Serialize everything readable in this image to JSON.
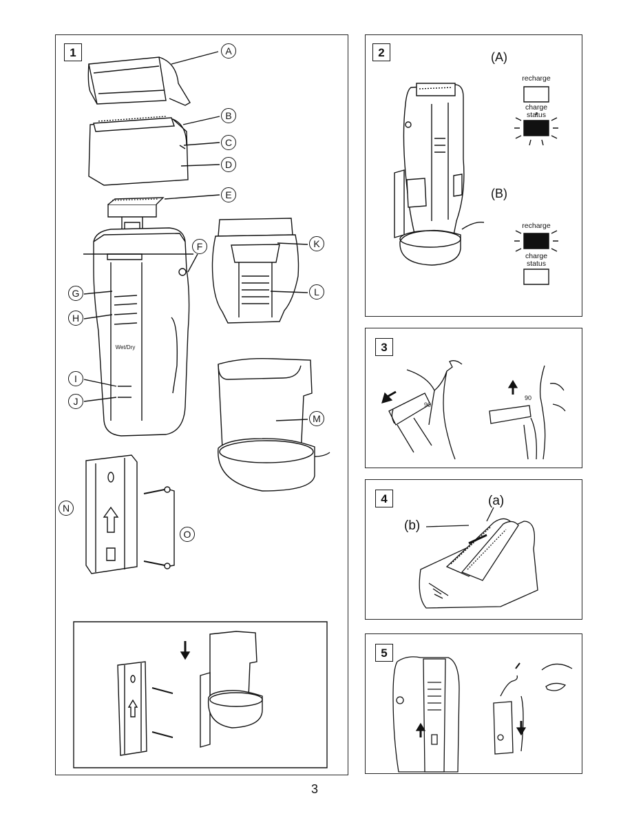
{
  "page_number": "3",
  "panels": {
    "p1": {
      "number": "1",
      "callouts": [
        "A",
        "B",
        "C",
        "D",
        "E",
        "F",
        "G",
        "H",
        "I",
        "J",
        "K",
        "L",
        "M",
        "N",
        "O"
      ],
      "shaver_text": "Wet/Dry"
    },
    "p2": {
      "number": "2",
      "label_a": "(A)",
      "label_b": "(B)",
      "recharge": "recharge",
      "charge_status_line1": "charge",
      "charge_status_line2": "status"
    },
    "p3": {
      "number": "3",
      "angle": "90"
    },
    "p4": {
      "number": "4",
      "label_a": "(a)",
      "label_b": "(b)"
    },
    "p5": {
      "number": "5"
    }
  }
}
